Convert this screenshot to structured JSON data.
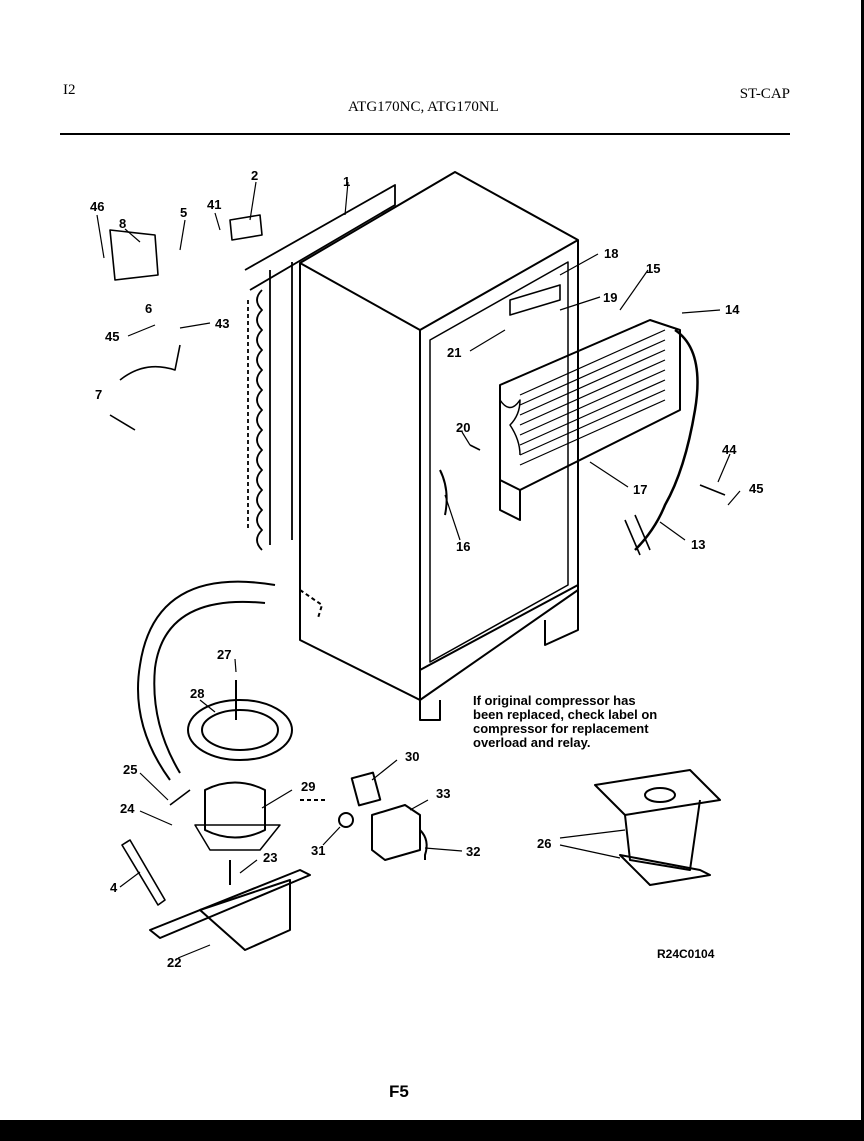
{
  "header": {
    "page_number": "I2",
    "models": "ATG170NC, ATG170NL",
    "section_code": "ST-CAP"
  },
  "callouts": {
    "c1": "1",
    "c2": "2",
    "c4": "4",
    "c5": "5",
    "c6": "6",
    "c7": "7",
    "c8": "8",
    "c13": "13",
    "c14": "14",
    "c15": "15",
    "c16": "16",
    "c17": "17",
    "c18": "18",
    "c19": "19",
    "c20": "20",
    "c21": "21",
    "c22": "22",
    "c23": "23",
    "c24": "24",
    "c25": "25",
    "c26": "26",
    "c27": "27",
    "c28": "28",
    "c29": "29",
    "c30": "30",
    "c31": "31",
    "c32": "32",
    "c33": "33",
    "c41": "41",
    "c43": "43",
    "c44": "44",
    "c45a": "45",
    "c45b": "45",
    "c46": "46"
  },
  "note": {
    "line1": "If original compressor has",
    "line2": "been replaced, check label on",
    "line3": "compressor for replacement",
    "line4": "overload and relay."
  },
  "reference_code": "R24C0104",
  "footer": "F5"
}
